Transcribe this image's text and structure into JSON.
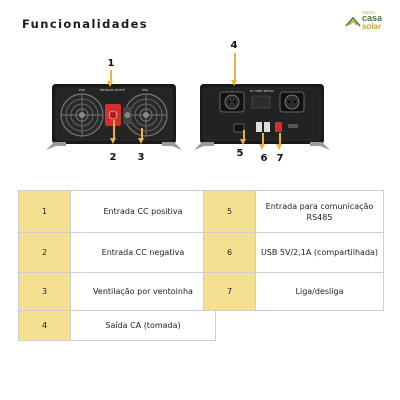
{
  "header": {
    "title": "Funcionalidades"
  },
  "logo": {
    "small_text": "minha",
    "line1": "casa",
    "line2": "solar"
  },
  "callouts": [
    "1",
    "2",
    "3",
    "4",
    "5",
    "6",
    "7"
  ],
  "device": {
    "left_labels": {
      "fan1": "FAN",
      "mid": "ENTRADA BATTE",
      "fan2": "FAN"
    },
    "right_label": "PV SENT ENTRA"
  },
  "table_left": [
    {
      "num": "1",
      "desc": "Entrada CC positiva"
    },
    {
      "num": "2",
      "desc": "Entrada CC negativa"
    },
    {
      "num": "3",
      "desc": "Ventilação por ventoinha"
    },
    {
      "num": "4",
      "desc": "Saída CA (tomada)"
    }
  ],
  "table_right": [
    {
      "num": "5",
      "desc": "Entrada para comunicação RS485"
    },
    {
      "num": "6",
      "desc": "USB 5V/2,1A (compartilhada)"
    },
    {
      "num": "7",
      "desc": "Liga/desliga"
    }
  ],
  "colors": {
    "accent": "#f3e191",
    "arrow": "#e6b53e",
    "device": "#1a1a1a",
    "terminal_red": "#d32f2f"
  }
}
